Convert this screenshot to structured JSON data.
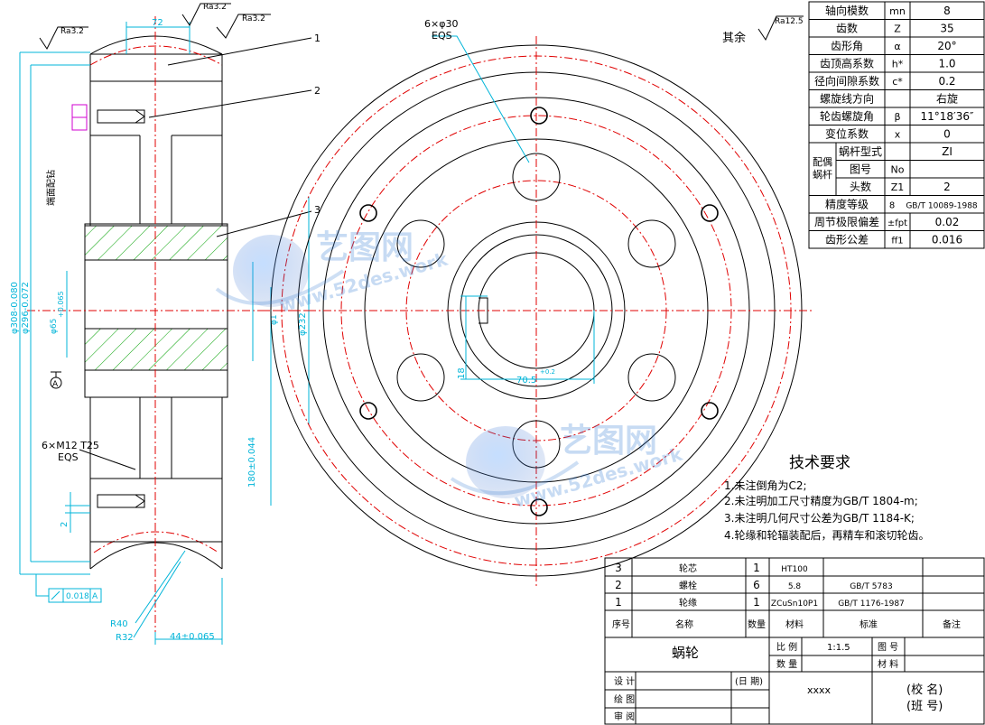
{
  "roughness": {
    "r1": "Ra3.2",
    "r2": "Ra3.2",
    "r3": "Ra3.2",
    "rest_label": "其余",
    "rest_value": "Ra12.5"
  },
  "side_view": {
    "dim_72": "72",
    "leader_1": "1",
    "leader_2": "2",
    "leader_3": "3",
    "dim_d308": "φ308-0.080",
    "dim_d296": "φ296-0.072",
    "dim_d65": "φ65",
    "dim_d65_tol": "+0.065",
    "dim_d1": "φ1",
    "dim_d232": "φ232",
    "dim_180": "180±0.044",
    "screw_note": "6×M12 T25",
    "screw_eqs": "EQS",
    "vertical_note": "端面配钻",
    "datum": "A",
    "dim_2": "2",
    "tolerance_value": "0.018",
    "tolerance_datum": "A",
    "r40": "R40",
    "r32": "R32",
    "dim_44": "44±0.065"
  },
  "front_view": {
    "hole_note": "6×φ30",
    "hole_eqs": "EQS",
    "dim_18": "18",
    "dim_70": "70.5",
    "dim_70_tol": "+0.2"
  },
  "params": {
    "rows": [
      {
        "name": "轴向模数",
        "symbol": "mn",
        "value": "8"
      },
      {
        "name": "齿数",
        "symbol": "Z",
        "value": "35"
      },
      {
        "name": "齿形角",
        "symbol": "α",
        "value": "20°"
      },
      {
        "name": "齿顶高系数",
        "symbol": "h*",
        "value": "1.0"
      },
      {
        "name": "径向间隙系数",
        "symbol": "c*",
        "value": "0.2"
      },
      {
        "name": "螺旋线方向",
        "symbol": "",
        "value": "右旋"
      },
      {
        "name": "轮齿螺旋角",
        "symbol": "β",
        "value": "11°18′36″"
      },
      {
        "name": "变位系数",
        "symbol": "x",
        "value": "0"
      }
    ],
    "mating_group": "配偶蜗杆",
    "mating_rows": [
      {
        "name": "蜗杆型式",
        "symbol": "",
        "value": "ZI"
      },
      {
        "name": "图号",
        "symbol": "No",
        "value": ""
      },
      {
        "name": "头数",
        "symbol": "Z1",
        "value": "2"
      }
    ],
    "tail_rows": [
      {
        "name": "精度等级",
        "symbol": "8",
        "value": "GB/T 10089-1988"
      },
      {
        "name": "周节极限偏差",
        "symbol": "±fpt",
        "value": "0.02"
      },
      {
        "name": "齿形公差",
        "symbol": "ff1",
        "value": "0.016"
      }
    ]
  },
  "tech": {
    "title": "技术要求",
    "items": [
      "1.未注倒角为C2;",
      "2.未注明加工尺寸精度为GB/T 1804-m;",
      "3.未注明几何尺寸公差为GB/T 1184-K;",
      "4.轮缘和轮辐装配后，再精车和滚切轮齿。"
    ]
  },
  "bom": {
    "rows": [
      {
        "no": "3",
        "name": "轮芯",
        "qty": "1",
        "material": "HT100",
        "standard": ""
      },
      {
        "no": "2",
        "name": "螺栓",
        "qty": "6",
        "material": "5.8",
        "standard": "GB/T 5783"
      },
      {
        "no": "1",
        "name": "轮缘",
        "qty": "1",
        "material": "ZCuSn10P1",
        "standard": "GB/T 1176-1987"
      }
    ],
    "header": {
      "no": "序号",
      "name": "名称",
      "qty": "数量",
      "material": "材料",
      "standard": "标准",
      "note": "备注"
    }
  },
  "title_block": {
    "part_name": "蜗轮",
    "scale_label": "比 例",
    "scale_value": "1:1.5",
    "drawing_no_label": "图 号",
    "qty_label": "数 量",
    "material_label": "材 料",
    "design": "设 计",
    "date": "(日 期)",
    "draw": "绘 图",
    "check": "审 阅",
    "xxxx": "xxxx",
    "school": "(校 名)",
    "class": "(班 号)"
  },
  "watermark": {
    "cn": "艺图网",
    "url": "www.52des.work"
  },
  "colors": {
    "center_line": "#e00000",
    "dimension": "#00b4d8",
    "hatch": "#00a000",
    "bolt": "#d000d0"
  }
}
